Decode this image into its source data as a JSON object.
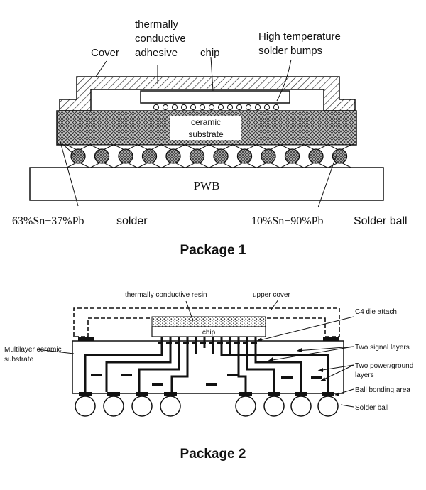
{
  "package1": {
    "labels": {
      "cover": "Cover",
      "adhesive_line1": "thermally",
      "adhesive_line2": "conductive",
      "adhesive_line3": "adhesive",
      "chip": "chip",
      "bumps_line1": "High temperature",
      "bumps_line2": "solder bumps",
      "substrate_line1": "ceramic",
      "substrate_line2": "substrate",
      "pwb": "PWB",
      "left_alloy": "63%Sn−37%Pb",
      "left_word": "solder",
      "right_alloy": "10%Sn−90%Pb",
      "right_word": "Solder ball"
    },
    "caption": "Package 1"
  },
  "package2": {
    "labels": {
      "resin": "thermally conductive resin",
      "upper_cover": "upper cover",
      "c4": "C4 die attach",
      "chip": "chip",
      "substrate_line1": "Multilayer ceramic",
      "substrate_line2": "substrate",
      "signal": "Two signal layers",
      "power_line1": "Two power/ground",
      "power_line2": "layers",
      "ball_area": "Ball bonding area",
      "solder_ball": "Solder ball"
    },
    "caption": "Package 2"
  },
  "colors": {
    "ink": "#111111",
    "background": "#ffffff"
  }
}
